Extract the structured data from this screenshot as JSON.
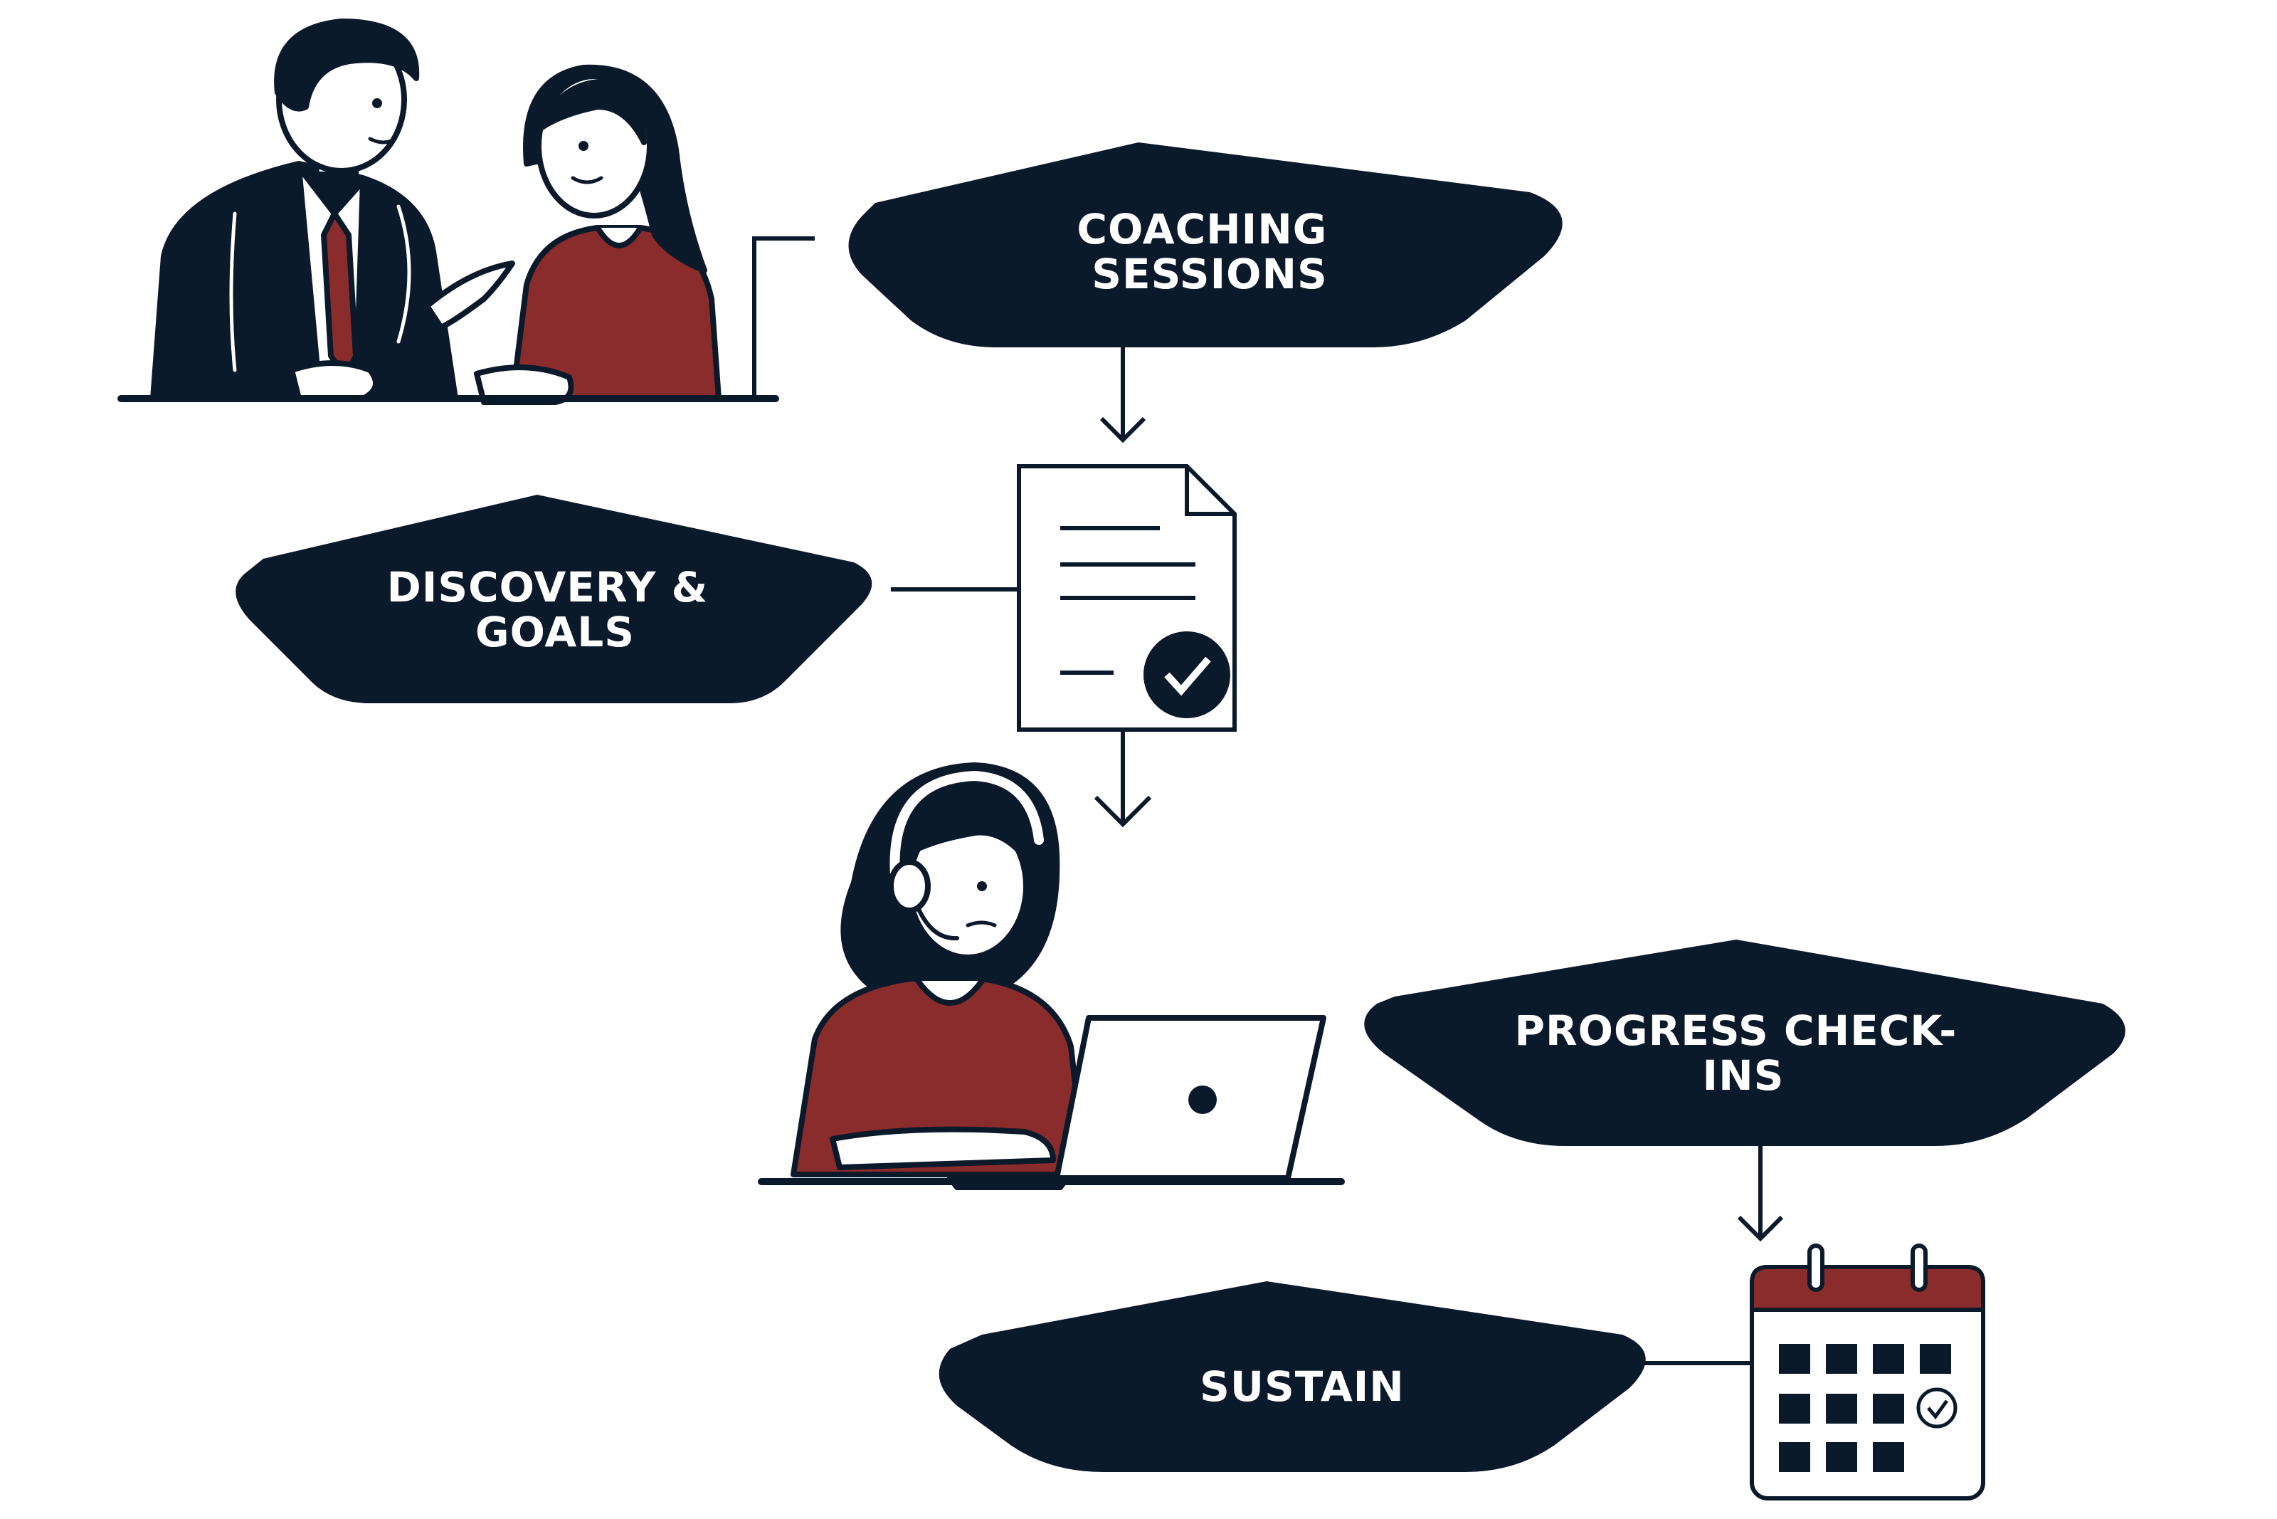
{
  "colors": {
    "navy": "#0b1a2b",
    "red": "#8b2c2c",
    "white": "#ffffff",
    "line": "#0b1a2b"
  },
  "steps": [
    {
      "id": "coaching-sessions",
      "lines": [
        "COACHING",
        "SESSIONS"
      ]
    },
    {
      "id": "discovery-goals",
      "lines": [
        "DISCOVERY &",
        "GOALS"
      ]
    },
    {
      "id": "progress-check-ins",
      "lines": [
        "PROGRESS CHECK-",
        "INS"
      ]
    },
    {
      "id": "sustain",
      "lines": [
        "SUSTAIN"
      ]
    }
  ],
  "illustrations": {
    "meeting": "two-people-meeting-illustration",
    "document": "document-check-icon",
    "remote_worker": "headset-laptop-worker-illustration",
    "calendar": "calendar-check-icon"
  }
}
